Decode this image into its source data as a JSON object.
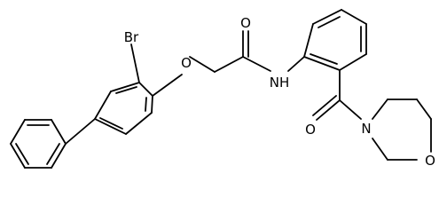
{
  "molecule": {
    "atoms": {
      "br": "Br",
      "ether_o": "O",
      "carbonyl_o1": "O",
      "amide_n": "NH",
      "carbonyl_o2": "O",
      "morpholine_n": "N",
      "morpholine_o": "O"
    }
  }
}
